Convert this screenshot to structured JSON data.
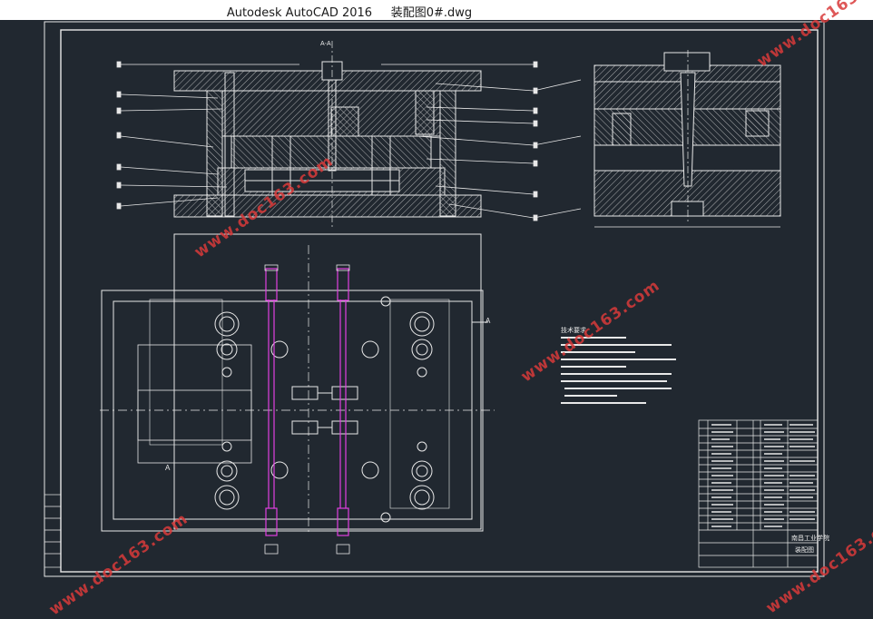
{
  "window": {
    "app_title": "Autodesk AutoCAD 2016",
    "file_name": "装配图0#.dwg"
  },
  "drawing": {
    "section_label": "A-A",
    "section_marker_right": "A",
    "section_marker_left": "A",
    "notes_heading": "技术要求",
    "title_block_name": "装配图",
    "title_block_school": "南昌工业学院"
  },
  "watermarks": {
    "text": "www.doc163.com"
  },
  "colors": {
    "background": "#212830",
    "lines": "#e8e8e8",
    "hatch": "#cfcfcf",
    "cooling_channel": "#e040e0",
    "title_bar": "#ffffff",
    "watermark": "#d93a3a"
  }
}
